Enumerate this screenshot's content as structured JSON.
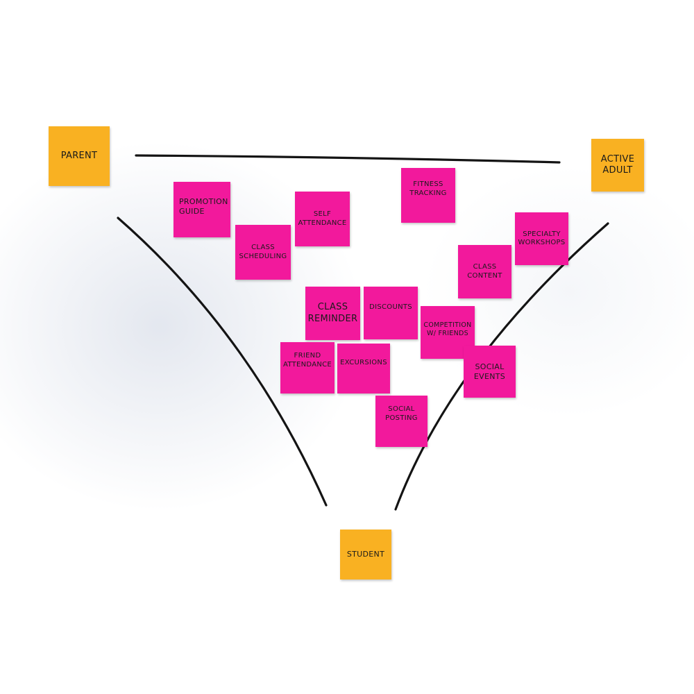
{
  "colors": {
    "persona_note": "#f9b122",
    "feature_note": "#f2199c",
    "marker": "#141414"
  },
  "personas": {
    "parent": "PARENT",
    "active_adult": "ACTIVE\nADULT",
    "student": "STUDENT"
  },
  "features": {
    "promotion_guide": "PROMOTION\nGUIDE",
    "class_scheduling": "CLASS\nSCHEDULING",
    "self_attendance": "SELF\nATTENDANCE",
    "fitness_tracking": "FITNESS\nTRACKING",
    "specialty_workshops": "SPECIALTY\nWORKSHOPS",
    "class_content": "CLASS\nCONTENT",
    "class_reminder": "CLASS\nREMINDER",
    "discounts": "DISCOUNTS",
    "competition_friends": "COMPETITION\nW/ FRIENDS",
    "friend_attendance": "FRIEND\nATTENDANCE",
    "excursions": "EXCURSIONS",
    "social_events": "SOCIAL\nEVENTS",
    "social_posting": "SOCIAL\nPOSTING"
  }
}
